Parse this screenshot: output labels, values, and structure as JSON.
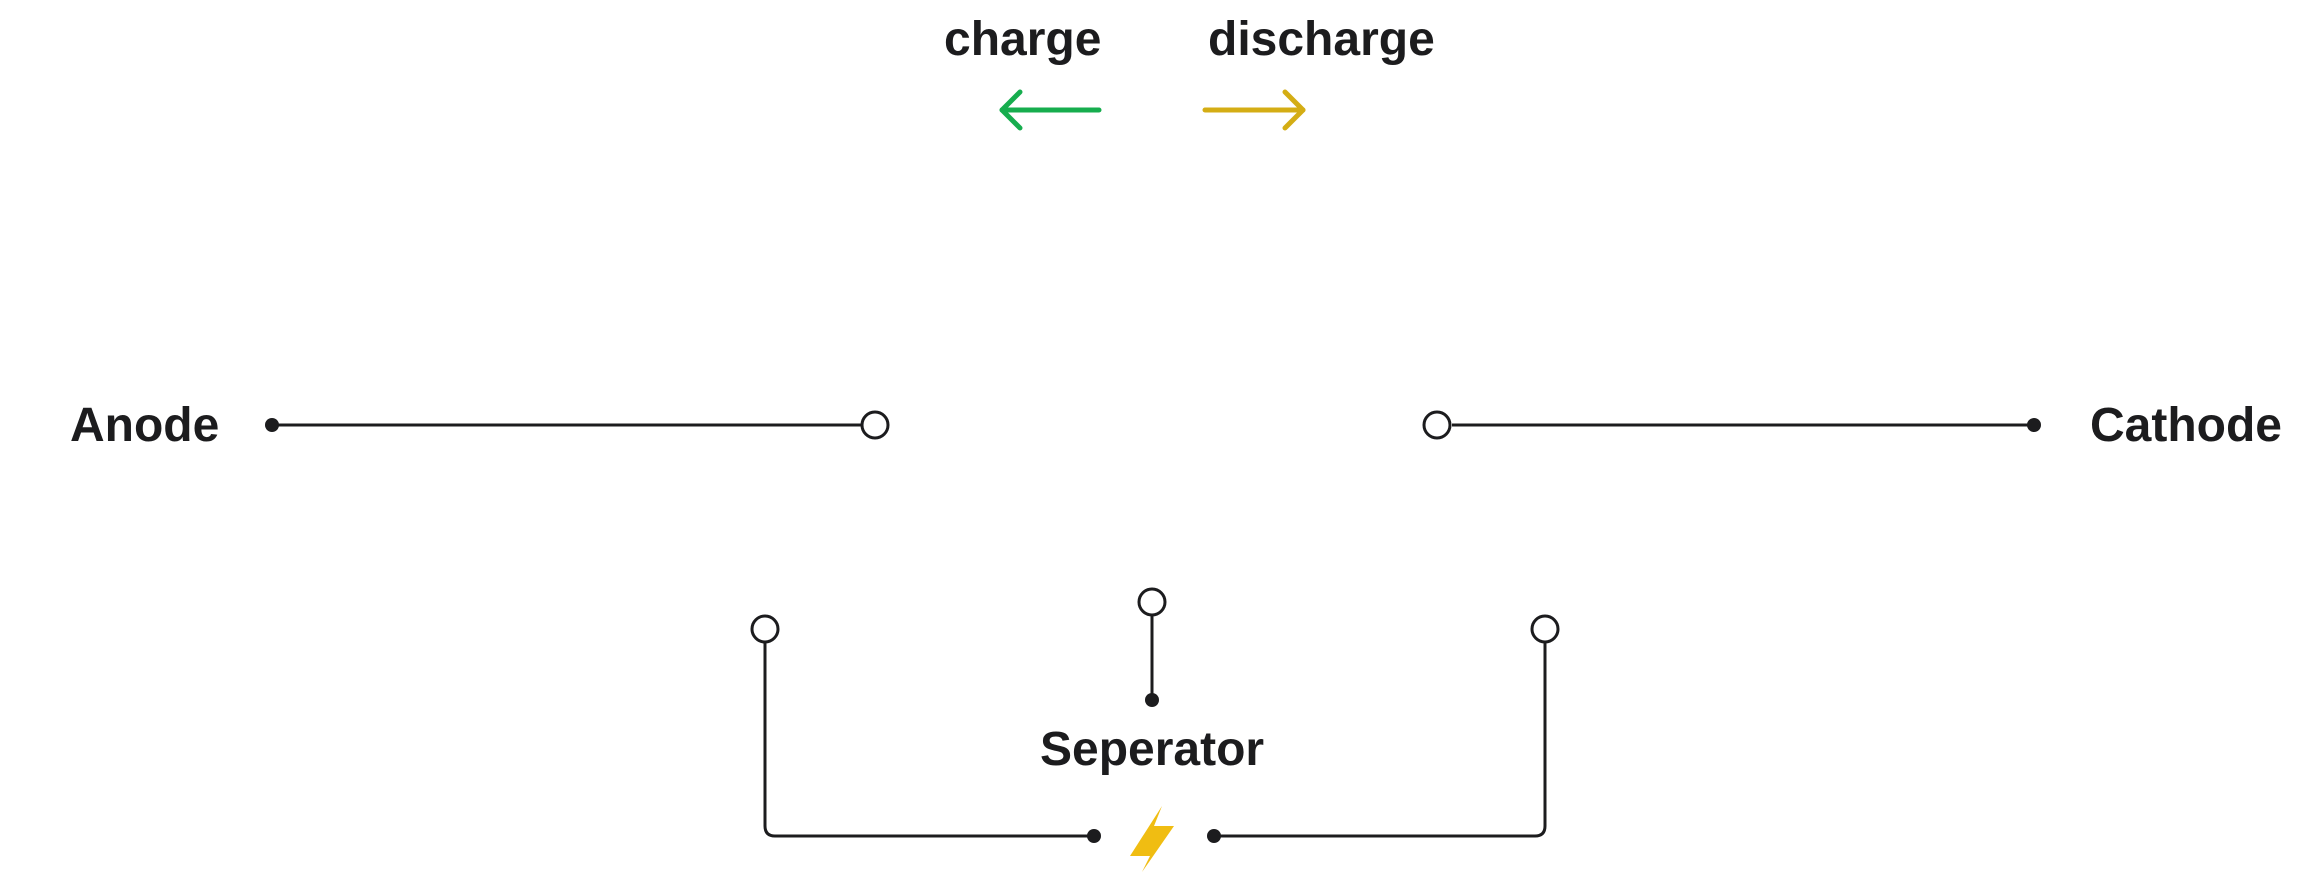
{
  "labels": {
    "charge": "charge",
    "discharge": "discharge",
    "anode": "Anode",
    "cathode": "Cathode",
    "separator": "Seperator"
  },
  "colors": {
    "charge_arrow": "#16ad4e",
    "discharge_arrow": "#d4ad14",
    "lightning": "#f0bd12",
    "line": "#1c1c1e"
  },
  "icons": {
    "charge_arrow": "arrow-left-icon",
    "discharge_arrow": "arrow-right-icon",
    "lightning": "lightning-bolt-icon"
  }
}
